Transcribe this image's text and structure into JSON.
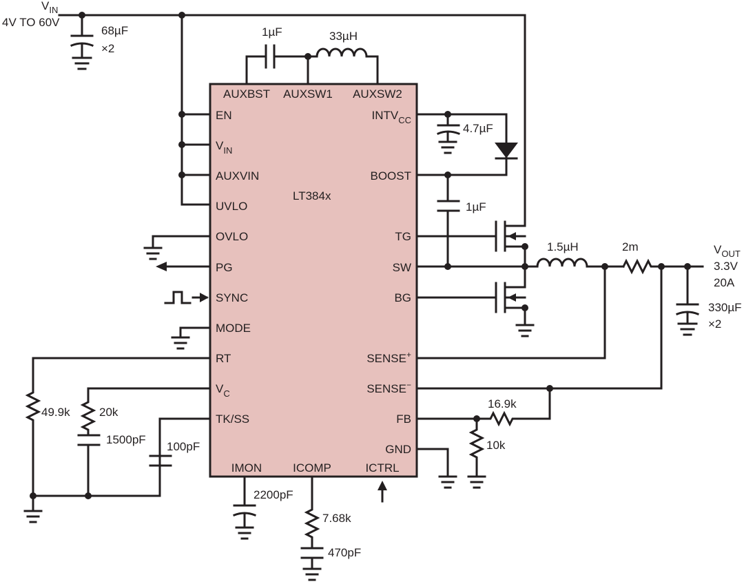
{
  "chip": {
    "name": "LT384x",
    "pins_left": [
      {
        "id": "en",
        "label": "EN"
      },
      {
        "id": "vin",
        "label": "V",
        "sub": "IN"
      },
      {
        "id": "auxvin",
        "label": "AUXVIN"
      },
      {
        "id": "uvlo",
        "label": "UVLO"
      },
      {
        "id": "ovlo",
        "label": "OVLO"
      },
      {
        "id": "pg",
        "label": "PG"
      },
      {
        "id": "sync",
        "label": "SYNC"
      },
      {
        "id": "mode",
        "label": "MODE"
      },
      {
        "id": "rt",
        "label": "RT"
      },
      {
        "id": "vc",
        "label": "V",
        "sub": "C"
      },
      {
        "id": "tkss",
        "label": "TK/SS"
      }
    ],
    "pins_right": [
      {
        "id": "intvcc",
        "label": "INTV",
        "sub": "CC"
      },
      {
        "id": "boost",
        "label": "BOOST"
      },
      {
        "id": "tg",
        "label": "TG"
      },
      {
        "id": "sw",
        "label": "SW"
      },
      {
        "id": "bg",
        "label": "BG"
      },
      {
        "id": "senseplus",
        "label": "SENSE",
        "sup": "+"
      },
      {
        "id": "senseminus",
        "label": "SENSE",
        "sup": "−"
      },
      {
        "id": "fb",
        "label": "FB"
      },
      {
        "id": "gnd",
        "label": "GND"
      }
    ],
    "pins_top": [
      {
        "id": "auxbst",
        "label": "AUXBST"
      },
      {
        "id": "auxsw1",
        "label": "AUXSW1"
      },
      {
        "id": "auxsw2",
        "label": "AUXSW2"
      }
    ],
    "pins_bottom": [
      {
        "id": "imon",
        "label": "IMON"
      },
      {
        "id": "icomp",
        "label": "ICOMP"
      },
      {
        "id": "ictrl",
        "label": "ICTRL"
      }
    ]
  },
  "input": {
    "label": "V",
    "sub": "IN",
    "range": "4V TO 60V"
  },
  "output": {
    "label": "V",
    "sub": "OUT",
    "voltage": "3.3V",
    "current": "20A"
  },
  "components": {
    "c_in": {
      "value": "68µF",
      "mult": "×2"
    },
    "c_aux": "1µF",
    "l_aux": "33µH",
    "c_intvcc": "4.7µF",
    "c_boost": "1µF",
    "l_main": "1.5µH",
    "r_sense": "2m",
    "c_out": {
      "value": "330µF",
      "mult": "×2"
    },
    "r_fb_top": "16.9k",
    "r_fb_bot": "10k",
    "r_rt": "49.9k",
    "r_vc": "20k",
    "c_vc": "1500pF",
    "c_ss": "100pF",
    "c_imon": "2200pF",
    "r_icomp": "7.68k",
    "c_icomp": "470pF"
  }
}
